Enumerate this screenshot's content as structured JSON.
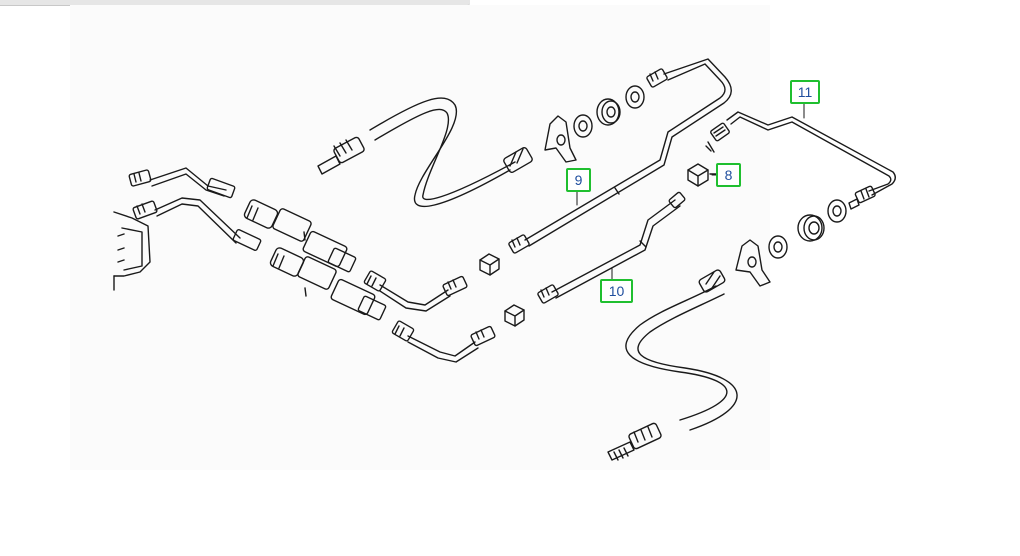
{
  "diagram": {
    "callouts": [
      {
        "id": "8",
        "label": "8"
      },
      {
        "id": "9",
        "label": "9"
      },
      {
        "id": "10",
        "label": "10"
      },
      {
        "id": "11",
        "label": "11"
      }
    ],
    "colors": {
      "line": "#1a1a1a",
      "callout_border": "#1fbf2f",
      "callout_text": "#1f4e9e",
      "background": "#ffffff"
    }
  }
}
